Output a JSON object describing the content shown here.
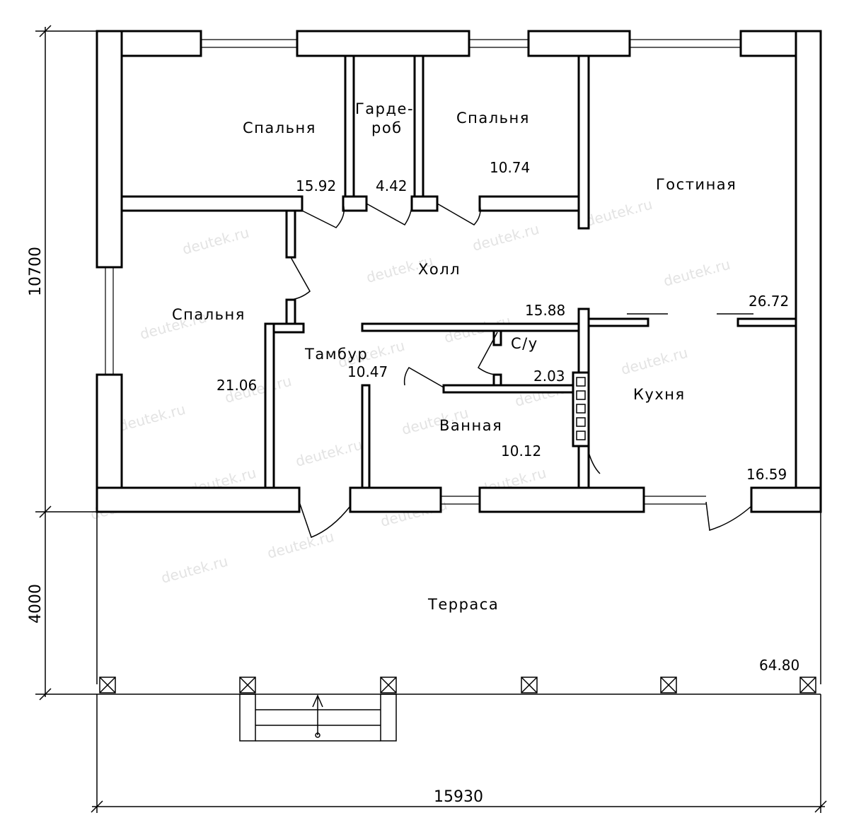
{
  "rooms": {
    "bedroom_top_left": {
      "name": "Спальня",
      "area": "15.92"
    },
    "wardrobe": {
      "name_line1": "Гарде-",
      "name_line2": "роб",
      "area": "4.42"
    },
    "bedroom_top_mid": {
      "name": "Спальня",
      "area": "10.74"
    },
    "living_room": {
      "name": "Гостиная",
      "area": "26.72"
    },
    "hall": {
      "name": "Холл",
      "area": "15.88"
    },
    "bedroom_left": {
      "name": "Спальня",
      "area": "21.06"
    },
    "vestibule": {
      "name": "Тамбур",
      "area": "10.47"
    },
    "wc": {
      "name": "С/у",
      "area": "2.03"
    },
    "kitchen": {
      "name": "Кухня",
      "area": "16.59"
    },
    "bathroom": {
      "name": "Ванная",
      "area": "10.12"
    },
    "terrace": {
      "name": "Терраса",
      "area": "64.80"
    }
  },
  "dimensions": {
    "house_depth": "10700",
    "terrace_depth": "4000",
    "total_width": "15930"
  },
  "watermark": "deutek.ru"
}
